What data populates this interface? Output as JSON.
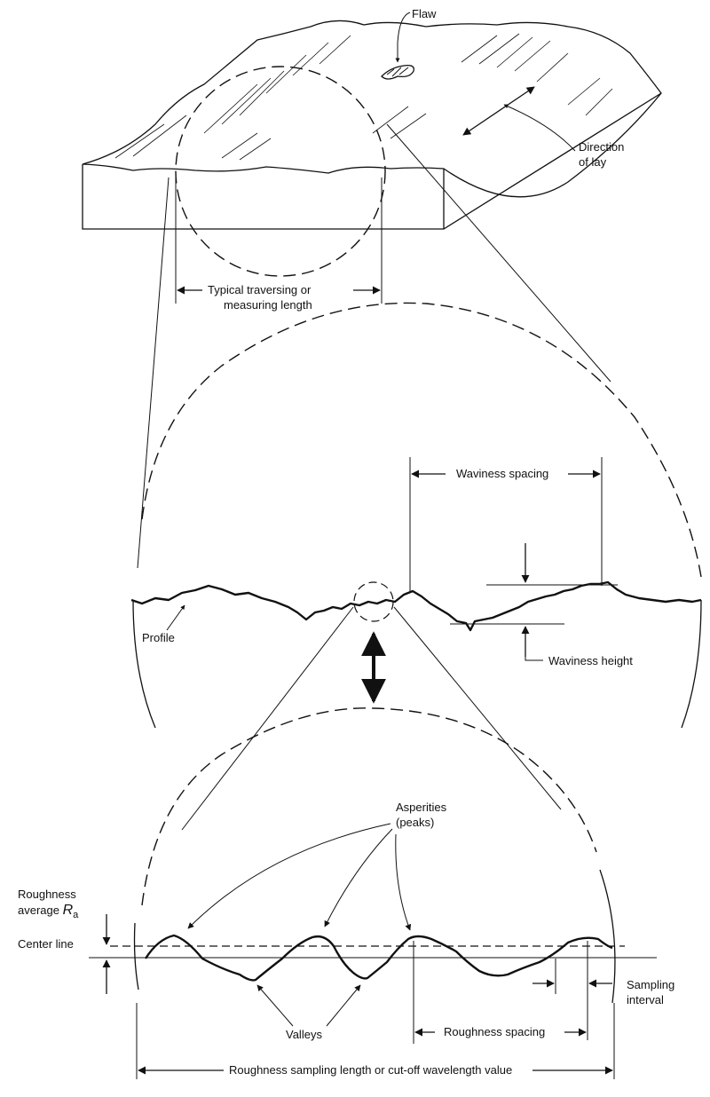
{
  "labels": {
    "flaw": "Flaw",
    "direction_of_lay_1": "Direction",
    "direction_of_lay_2": "of lay",
    "traversing_length_1": "Typical traversing or",
    "traversing_length_2": "measuring length",
    "waviness_spacing": "Waviness spacing",
    "waviness_height": "Waviness height",
    "profile": "Profile",
    "asperities_1": "Asperities",
    "asperities_2": "(peaks)",
    "roughness_average_1": "Roughness",
    "roughness_average_2": "average",
    "roughness_average_symbol": "R",
    "roughness_average_subscript": "a",
    "center_line": "Center line",
    "sampling_interval_1": "Sampling",
    "sampling_interval_2": "interval",
    "valleys": "Valleys",
    "roughness_spacing": "Roughness spacing",
    "sampling_length": "Roughness sampling length or cut-off wavelength value"
  }
}
